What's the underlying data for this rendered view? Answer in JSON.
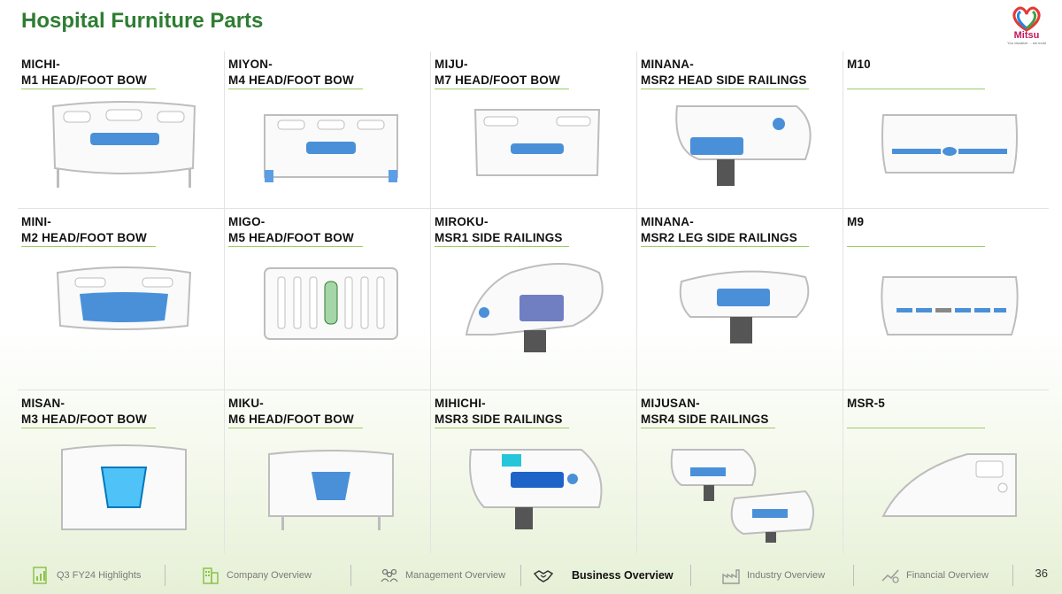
{
  "page": {
    "title": "Hospital Furniture Parts",
    "page_number": "36"
  },
  "logo": {
    "name": "Mitsu",
    "tagline": "You visualize ... we mold"
  },
  "products": [
    {
      "line1": "MICHI-",
      "line2": "M1 HEAD/FOOT BOW",
      "kind": "bow1"
    },
    {
      "line1": "MIYON-",
      "line2": "M4 HEAD/FOOT BOW",
      "kind": "bow2"
    },
    {
      "line1": "MIJU-",
      "line2": "M7 HEAD/FOOT BOW",
      "kind": "bow3"
    },
    {
      "line1": "MINANA-",
      "line2": "MSR2 HEAD SIDE RAILINGS",
      "kind": "rail1"
    },
    {
      "line1": "M10",
      "line2": "",
      "kind": "panel1"
    },
    {
      "line1": "MINI-",
      "line2": "M2 HEAD/FOOT BOW",
      "kind": "bow4"
    },
    {
      "line1": "MIGO-",
      "line2": "M5 HEAD/FOOT BOW",
      "kind": "bow5"
    },
    {
      "line1": "MIROKU-",
      "line2": "MSR1 SIDE RAILINGS",
      "kind": "rail2"
    },
    {
      "line1": "MINANA-",
      "line2": "MSR2 LEG SIDE RAILINGS",
      "kind": "rail3"
    },
    {
      "line1": "M9",
      "line2": "",
      "kind": "panel2"
    },
    {
      "line1": "MISAN-",
      "line2": "M3 HEAD/FOOT BOW",
      "kind": "bow6"
    },
    {
      "line1": "MIKU-",
      "line2": "M6 HEAD/FOOT BOW",
      "kind": "bow7"
    },
    {
      "line1": "MIHICHI-",
      "line2": "MSR3 SIDE RAILINGS",
      "kind": "rail4"
    },
    {
      "line1": "MIJUSAN-",
      "line2": "MSR4 SIDE RAILINGS",
      "kind": "rail5"
    },
    {
      "line1": "MSR-5",
      "line2": "",
      "kind": "panel3"
    }
  ],
  "footer": {
    "tabs": [
      {
        "label": "Q3 FY24 Highlights",
        "icon": "chart-report-icon",
        "active": false
      },
      {
        "label": "Company Overview",
        "icon": "building-icon",
        "active": false
      },
      {
        "label": "Management Overview",
        "icon": "team-icon",
        "active": false
      },
      {
        "label": "Business Overview",
        "icon": "handshake-icon",
        "active": true
      },
      {
        "label": "Industry Overview",
        "icon": "factory-icon",
        "active": false
      },
      {
        "label": "Financial Overview",
        "icon": "finance-icon",
        "active": false
      }
    ]
  },
  "colors": {
    "title": "#2e7d32",
    "accent_line": "#9ccc65",
    "panel_blue": "#4a90d9",
    "brand": "#c2185b"
  }
}
